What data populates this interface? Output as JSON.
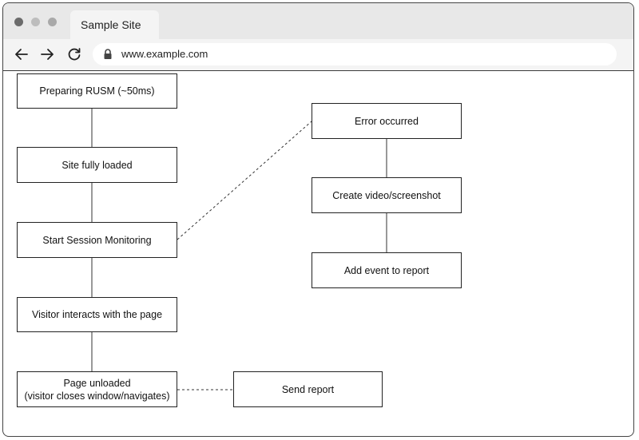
{
  "browser": {
    "tab_title": "Sample Site",
    "url": "www.example.com",
    "icons": [
      "back-arrow-icon",
      "forward-arrow-icon",
      "reload-icon",
      "lock-icon"
    ]
  },
  "diagram": {
    "nodes": [
      {
        "id": "preparing",
        "label": "Preparing RUSM (~50ms)"
      },
      {
        "id": "loaded",
        "label": "Site fully loaded"
      },
      {
        "id": "monitoring",
        "label": "Start Session Monitoring"
      },
      {
        "id": "interacts",
        "label": "Visitor interacts with the page"
      },
      {
        "id": "unloaded",
        "label_line1": "Page unloaded",
        "label_line2": "(visitor closes window/navigates)"
      },
      {
        "id": "send",
        "label": "Send report"
      },
      {
        "id": "error",
        "label": "Error occurred"
      },
      {
        "id": "video",
        "label": "Create video/screenshot"
      },
      {
        "id": "event",
        "label": "Add event to report"
      }
    ],
    "edges": [
      {
        "from": "preparing",
        "to": "loaded",
        "style": "solid"
      },
      {
        "from": "loaded",
        "to": "monitoring",
        "style": "solid"
      },
      {
        "from": "monitoring",
        "to": "interacts",
        "style": "solid"
      },
      {
        "from": "interacts",
        "to": "unloaded",
        "style": "solid"
      },
      {
        "from": "unloaded",
        "to": "send",
        "style": "dashed"
      },
      {
        "from": "monitoring",
        "to": "error",
        "style": "dashed"
      },
      {
        "from": "error",
        "to": "video",
        "style": "solid"
      },
      {
        "from": "video",
        "to": "event",
        "style": "solid"
      }
    ]
  }
}
